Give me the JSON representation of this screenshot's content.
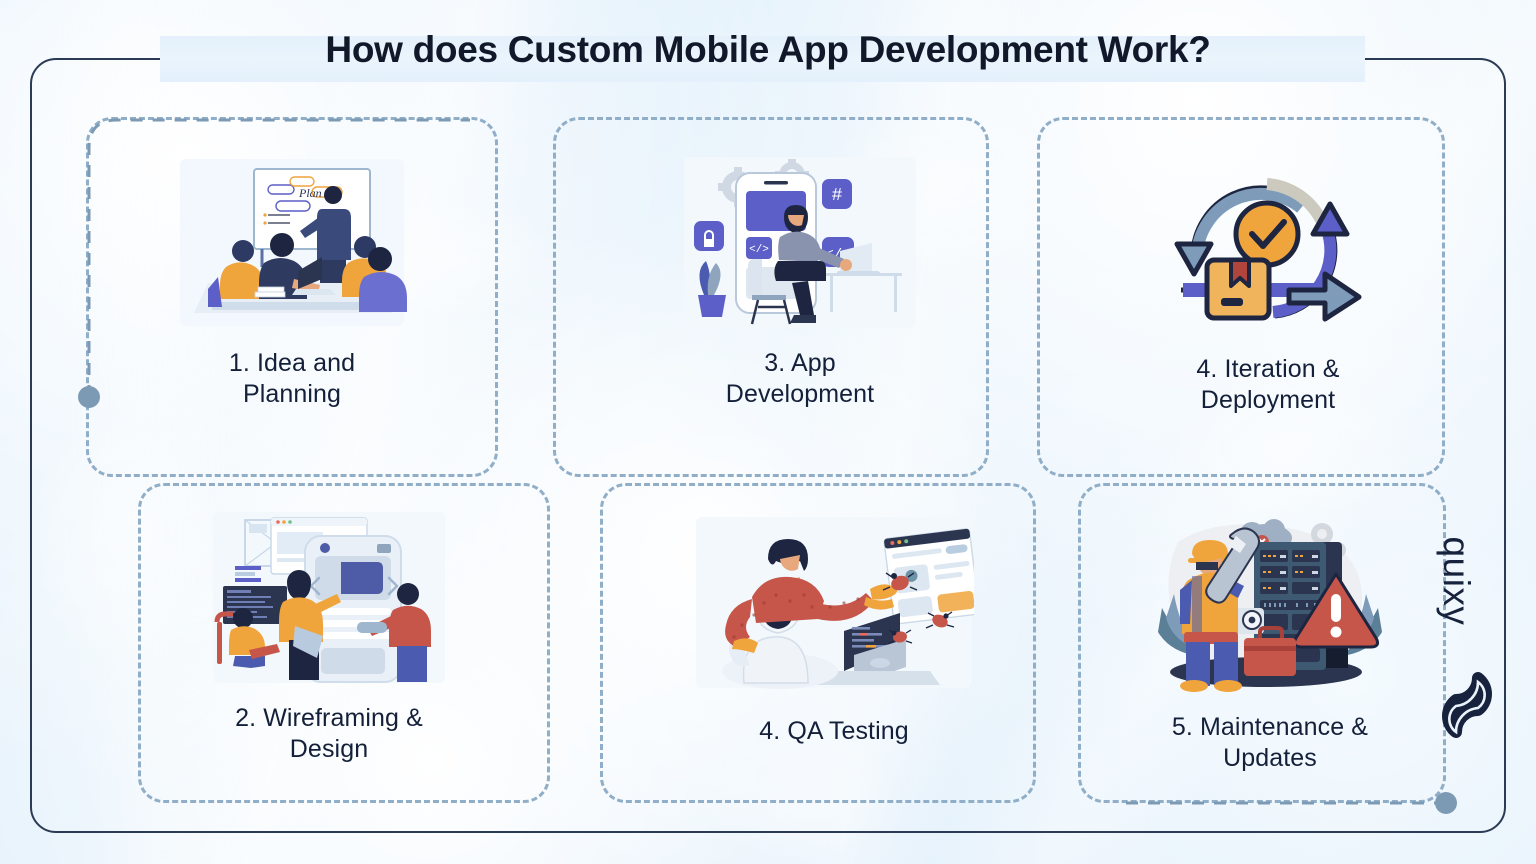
{
  "title": "How does Custom Mobile App Development Work?",
  "brand": {
    "name": "quixy",
    "mark_icon": "infinity-loop-icon",
    "color": "#17233d"
  },
  "colors": {
    "background": "#e4f0fb",
    "frame_border": "#2b3a55",
    "dashed_border": "#90aec7",
    "connector_dot": "#7d9ab5",
    "text": "#14203a",
    "accent_blue": "#5b5fc7",
    "accent_orange": "#f3aa3c",
    "accent_red": "#c0453a"
  },
  "steps": [
    {
      "id": "idea-and-planning",
      "label": "1. Idea and\nPlanning",
      "label_line1": "1. Idea and",
      "label_line2": "Planning",
      "illustration": "team-planning-whiteboard-illustration",
      "illustration_text": "Plan"
    },
    {
      "id": "wireframing-and-design",
      "label": "2. Wireframing &\nDesign",
      "label_line1": "2. Wireframing &",
      "label_line2": "Design",
      "illustration": "wireframe-design-team-illustration",
      "illustration_text": ""
    },
    {
      "id": "app-development",
      "label": "3. App\nDevelopment",
      "label_line1": "3. App",
      "label_line2": "Development",
      "illustration": "developer-coding-mobile-illustration",
      "illustration_text": ""
    },
    {
      "id": "qa-testing",
      "label": "4. QA Testing",
      "label_line1": "4. QA Testing",
      "label_line2": "",
      "illustration": "qa-tester-bug-robot-illustration",
      "illustration_text": ""
    },
    {
      "id": "iteration-and-deployment",
      "label": "4. Iteration &\nDeployment",
      "label_line1": "4. Iteration &",
      "label_line2": "Deployment",
      "illustration": "deployment-cycle-package-check-illustration",
      "illustration_text": ""
    },
    {
      "id": "maintenance-and-updates",
      "label": "5. Maintenance &\nUpdates",
      "label_line1": "5. Maintenance &",
      "label_line2": "Updates",
      "illustration": "server-maintenance-technician-illustration",
      "illustration_text": ""
    }
  ]
}
